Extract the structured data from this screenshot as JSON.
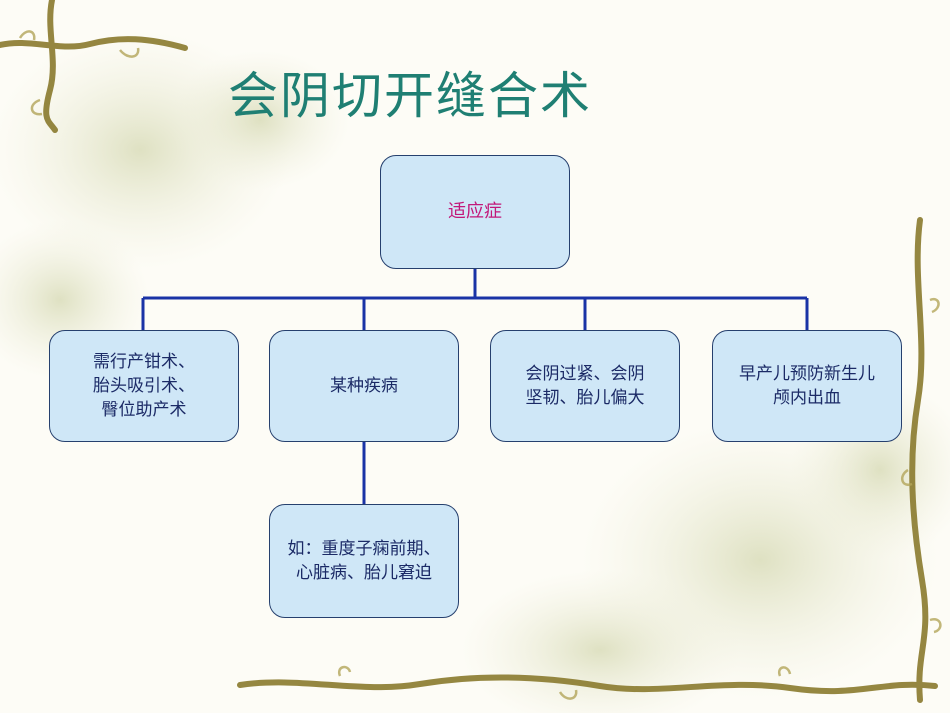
{
  "title": "会阴切开缝合术",
  "root": {
    "label": "适应症"
  },
  "children": [
    {
      "label": "需行产钳术、\n胎头吸引术、\n臀位助产术"
    },
    {
      "label": "某种疾病"
    },
    {
      "label": "会阴过紧、会阴\n坚韧、胎儿偏大"
    },
    {
      "label": "早产儿预防新生儿\n颅内出血"
    }
  ],
  "sub": {
    "label": "如：重度子痫前期、\n心脏病、胎儿窘迫"
  },
  "colors": {
    "title": "#1f7f73",
    "root_text": "#c2187a",
    "box_fill": "#cfe7f7",
    "connector": "#1a33a6",
    "vine": "#8a7a2e"
  }
}
